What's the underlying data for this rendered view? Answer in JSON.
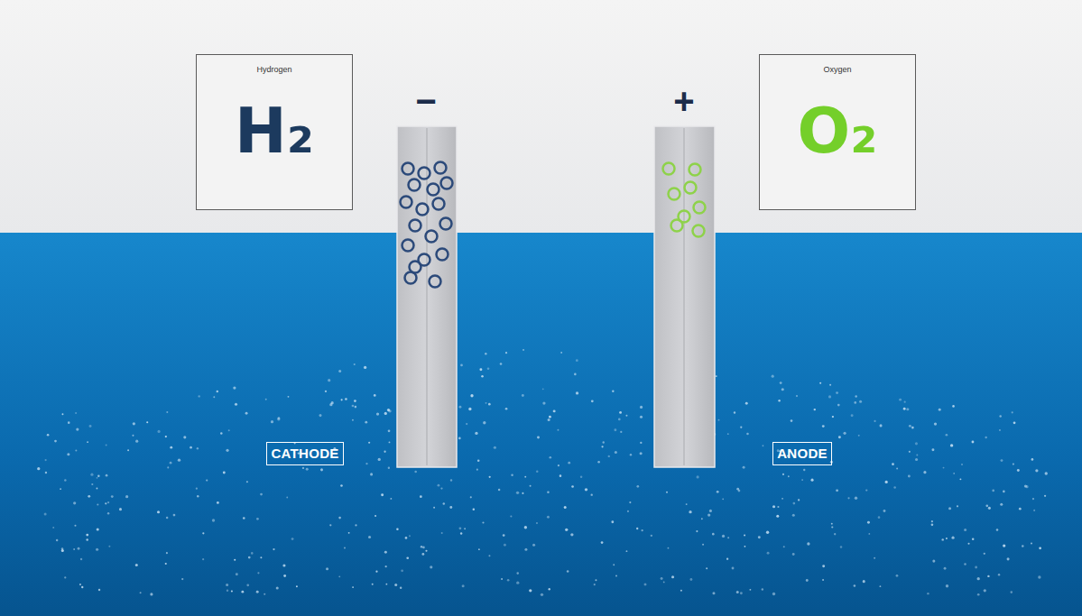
{
  "diagram": {
    "nodes": [
      {
        "text": [
          "Hydrogen",
          "H₂"
        ]
      },
      {
        "text": [
          "Oxygen",
          "O₂"
        ]
      },
      {
        "text": [
          "CATHODE"
        ]
      },
      {
        "text": [
          "ANODE"
        ]
      }
    ],
    "labels": [
      "−",
      "+"
    ]
  }
}
